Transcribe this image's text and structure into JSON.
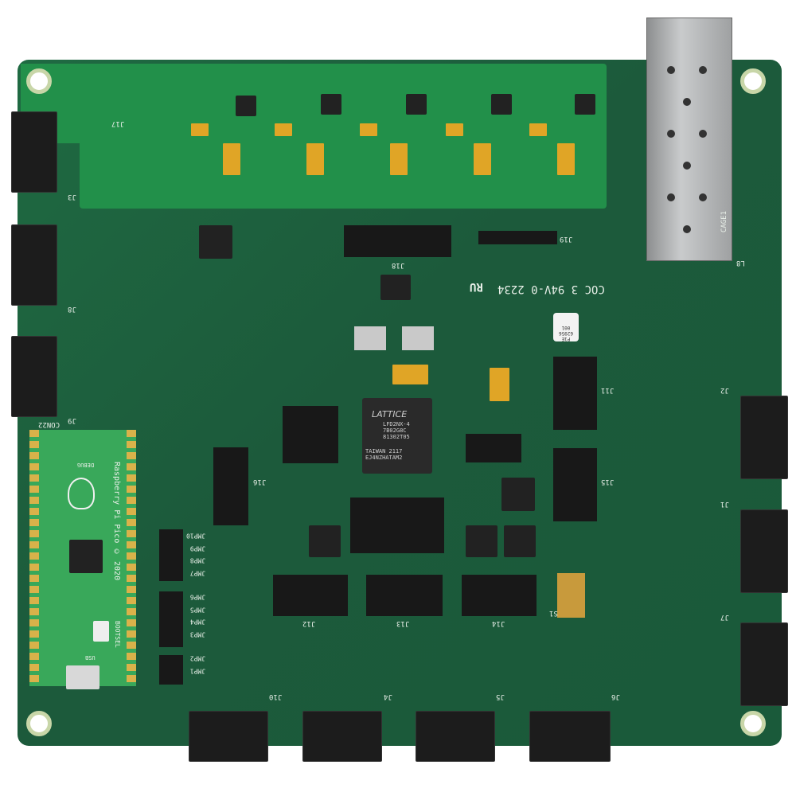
{
  "board": {
    "marking": "COC 3 94V-0 2234",
    "ul_mark": "RU",
    "sticker": [
      "P1E",
      "62956",
      "001"
    ],
    "colors": {
      "pcb": "#1c5a3b",
      "pcb_light": "#22904a",
      "gold": "#d9b24a"
    }
  },
  "fpga": {
    "brand": "LATTICE",
    "lines": [
      "LFD2NX-4",
      "7B02G8C",
      "81302T05"
    ],
    "origin": "TAIWAN 2117",
    "lot": "EJ4NZHATAM2"
  },
  "pico": {
    "name": "Raspberry Pi Pico",
    "year": "© 2020",
    "debug": "DEBUG",
    "bootsel": "BOOTSEL",
    "usb": "USB"
  },
  "connectors": {
    "left": [
      "J3",
      "J8",
      "J9"
    ],
    "right": [
      "J2",
      "J1",
      "J7"
    ],
    "bottom": [
      "J10",
      "J4",
      "J5",
      "J6"
    ],
    "headers": [
      "J18",
      "J19",
      "J17",
      "J11",
      "J15",
      "J16",
      "J12",
      "J13",
      "J14"
    ],
    "con22": "CON22",
    "cage": "CAGE1",
    "inductor": "L8"
  },
  "jumpers": [
    "JMP10",
    "JMP9",
    "JMP8",
    "JMP7",
    "JMP6",
    "JMP5",
    "JMP4",
    "JMP3",
    "JMP2",
    "JMP1"
  ],
  "switch": "S1"
}
